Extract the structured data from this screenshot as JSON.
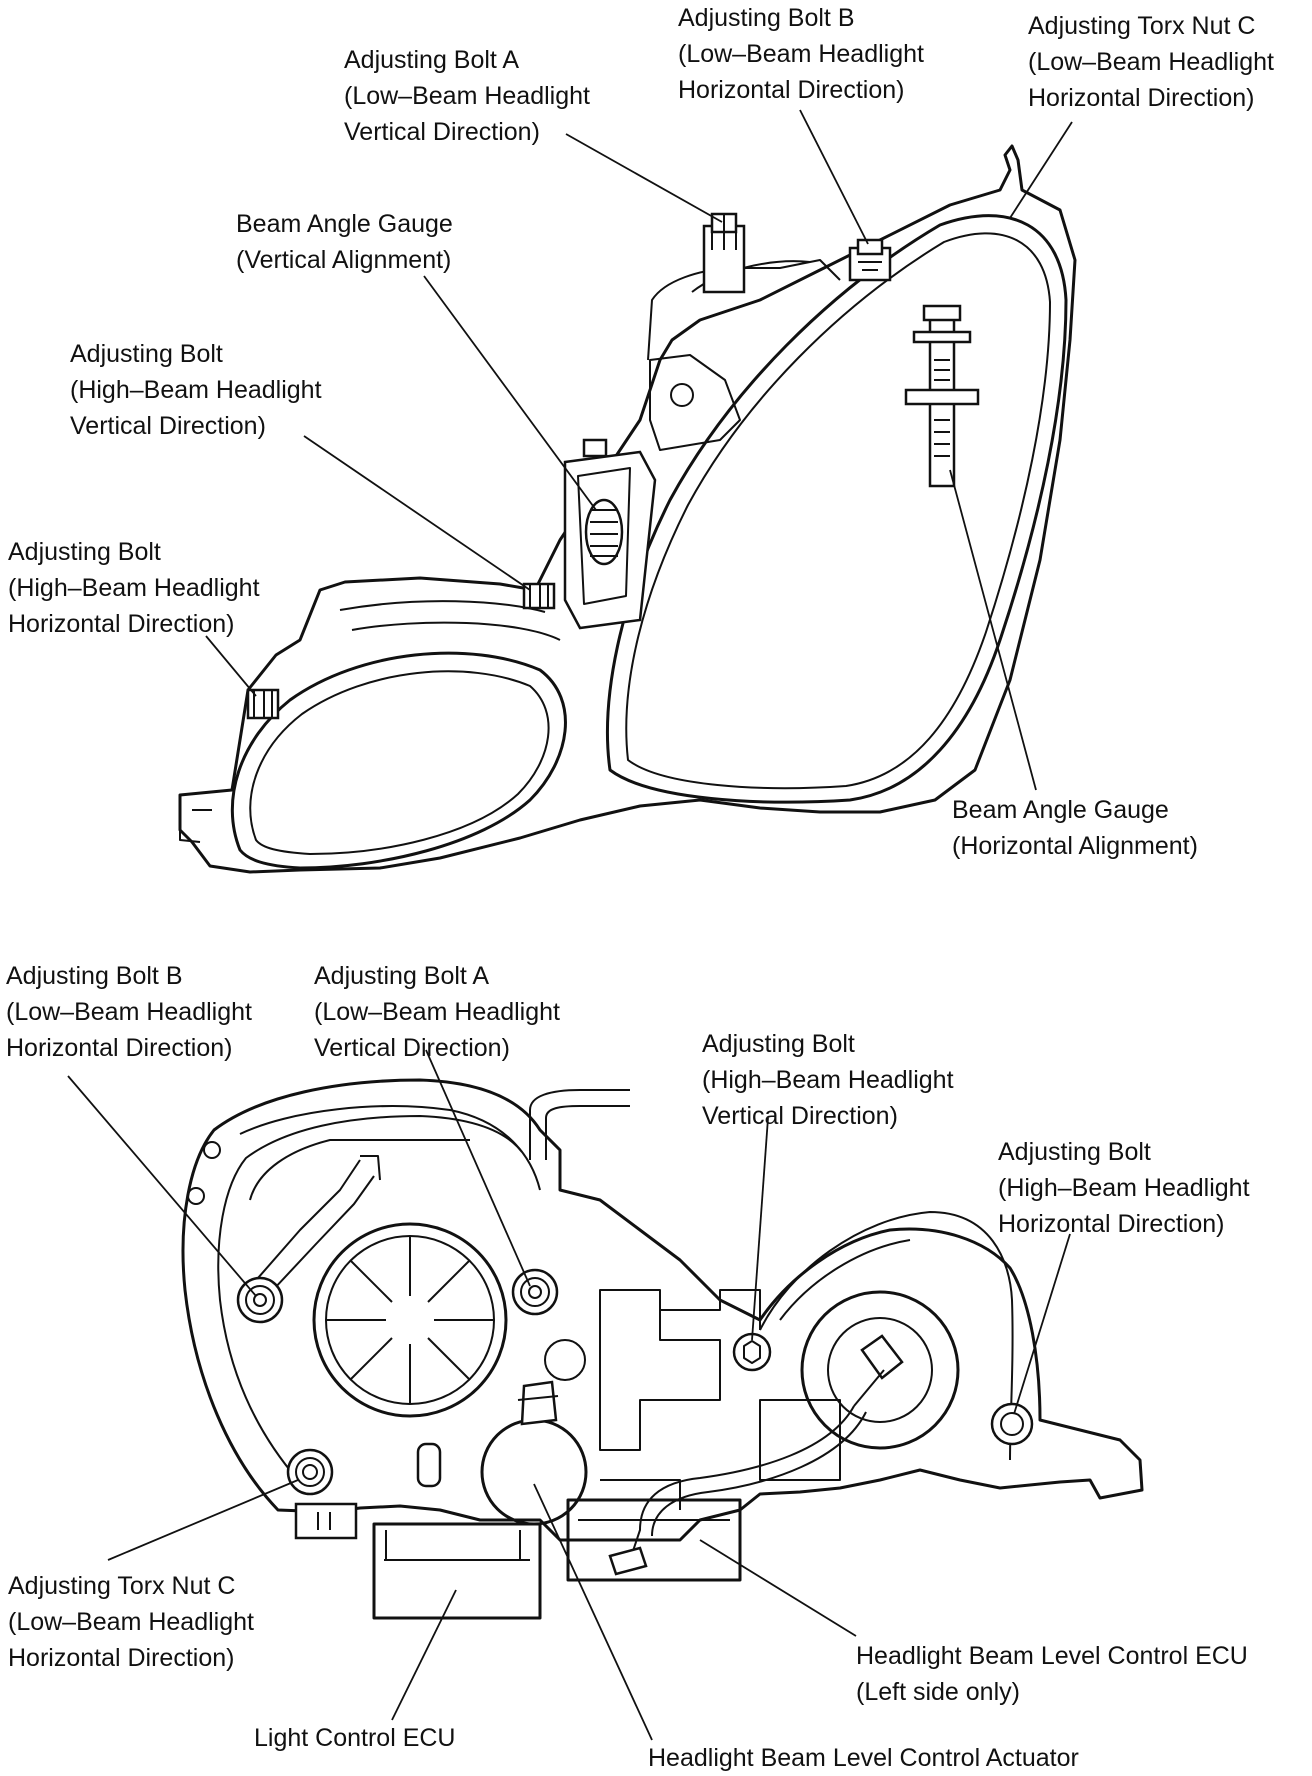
{
  "top_view": {
    "bolt_a": [
      "Adjusting Bolt A",
      "(Low–Beam Headlight",
      "Vertical Direction)"
    ],
    "bolt_b": [
      "Adjusting Bolt B",
      "(Low–Beam Headlight",
      "Horizontal Direction)"
    ],
    "torx_c": [
      "Adjusting Torx Nut C",
      "(Low–Beam Headlight",
      "Horizontal Direction)"
    ],
    "gauge_vertical": [
      "Beam Angle Gauge",
      "(Vertical Alignment)"
    ],
    "hb_vertical": [
      "Adjusting Bolt",
      "(High–Beam Headlight",
      "Vertical Direction)"
    ],
    "hb_horizontal": [
      "Adjusting Bolt",
      "(High–Beam Headlight",
      "Horizontal Direction)"
    ],
    "gauge_horizontal": [
      "Beam Angle Gauge",
      "(Horizontal Alignment)"
    ]
  },
  "bottom_view": {
    "bolt_b": [
      "Adjusting Bolt B",
      "(Low–Beam Headlight",
      "Horizontal Direction)"
    ],
    "bolt_a": [
      "Adjusting Bolt A",
      "(Low–Beam Headlight",
      "Vertical Direction)"
    ],
    "hb_vertical": [
      "Adjusting Bolt",
      "(High–Beam Headlight",
      "Vertical Direction)"
    ],
    "hb_horizontal": [
      "Adjusting Bolt",
      "(High–Beam Headlight",
      "Horizontal Direction)"
    ],
    "torx_c": [
      "Adjusting Torx Nut C",
      "(Low–Beam Headlight",
      "Horizontal Direction)"
    ],
    "level_ecu": [
      "Headlight Beam Level Control ECU",
      "(Left side only)"
    ],
    "light_ecu": [
      "Light Control ECU"
    ],
    "actuator": [
      "Headlight Beam Level Control Actuator"
    ]
  }
}
